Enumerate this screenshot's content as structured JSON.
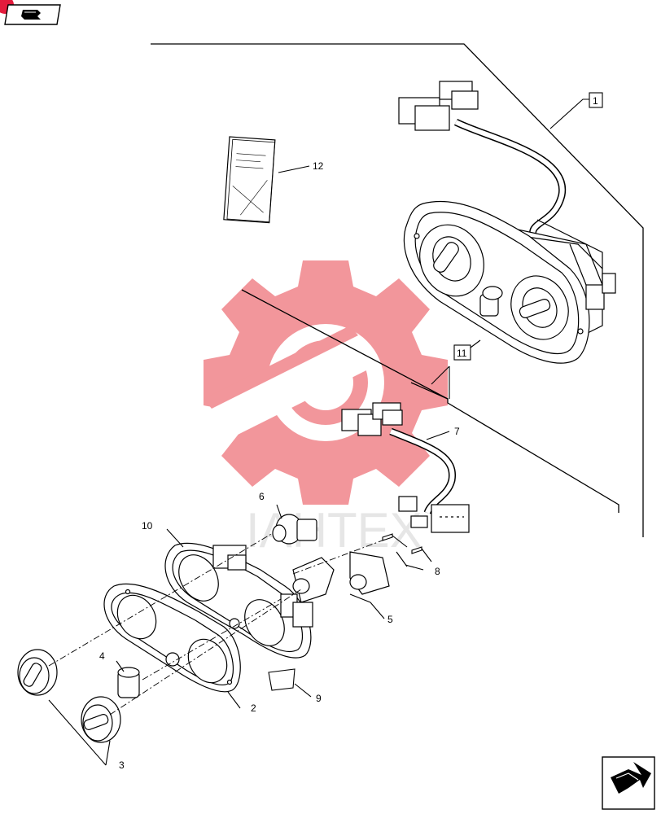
{
  "callouts": {
    "c1": "1",
    "c2": "2",
    "c3": "3",
    "c4": "4",
    "c5": "5",
    "c6": "6",
    "c7": "7",
    "c8": "8",
    "c9": "9",
    "c10": "10",
    "c11": "11",
    "c12": "12"
  },
  "watermark": {
    "text": "IAHTEX",
    "color": "#e8424a"
  },
  "icons": {
    "top_left": "book-arrow-icon",
    "bottom_right": "next-page-arrow-icon"
  },
  "colors": {
    "accent": "#e31b3c",
    "line": "#000000"
  }
}
